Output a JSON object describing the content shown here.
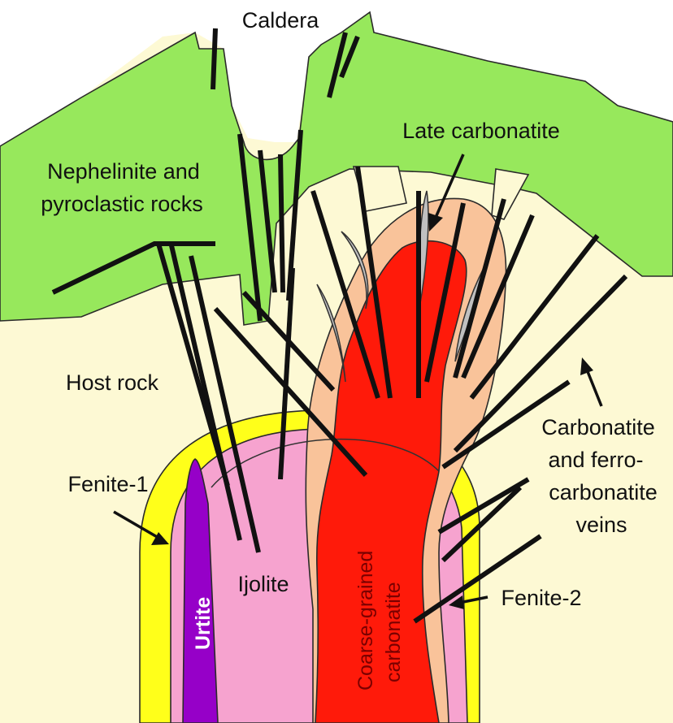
{
  "labels": {
    "caldera": "Caldera",
    "late_carbonatite": "Late carbonatite",
    "nephelinite_line1": "Nephelinite and",
    "nephelinite_line2": "pyroclastic rocks",
    "host_rock": "Host rock",
    "fenite1": "Fenite-1",
    "fenite2": "Fenite-2",
    "urtite": "Urtite",
    "ijolite": "Ijolite",
    "coarse_line1": "Coarse-grained",
    "coarse_line2": "carbonatite",
    "veins_line1": "Carbonatite",
    "veins_line2": "and ferro-",
    "veins_line3": "carbonatite",
    "veins_line4": "veins"
  },
  "colors": {
    "volcanic_green": "#97e85c",
    "host_rock_cream": "#fdf9d4",
    "fenite_yellow": "#ffff1a",
    "ijolite_pink": "#f6a3cf",
    "urtite_purple": "#9600c8",
    "carbonatite_red": "#ff1a0a",
    "ferrocarbonatite_peach": "#f9c39a",
    "late_carbonatite_grey": "#c0c0c0",
    "dike_black": "#111111"
  }
}
